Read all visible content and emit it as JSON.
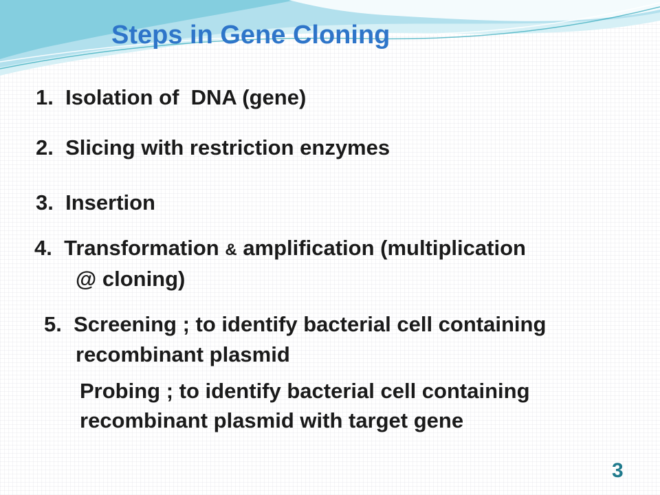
{
  "slide": {
    "title": "Steps in Gene Cloning",
    "steps": [
      {
        "num": "1.",
        "text": "Isolation of  DNA (gene)"
      },
      {
        "num": "2.",
        "text": "Slicing with restriction enzymes"
      },
      {
        "num": "3.",
        "text": "Insertion"
      },
      {
        "num": "4.",
        "text_a": "Transformation ",
        "amp": "&",
        "text_b": " amplification (multiplication",
        "line2": "@ cloning)"
      },
      {
        "num": "5.",
        "text": "Screening ; to identify bacterial cell containing",
        "line2": "recombinant plasmid"
      }
    ],
    "probing": {
      "line1": "Probing ; to identify bacterial cell containing",
      "line2": "recombinant plasmid with target gene"
    },
    "page_number": "3"
  },
  "colors": {
    "title": "#2e75c9",
    "page_number": "#1f7a8c",
    "wave_teal": "#2aa5b8",
    "wave_light": "#bfe6f0"
  }
}
